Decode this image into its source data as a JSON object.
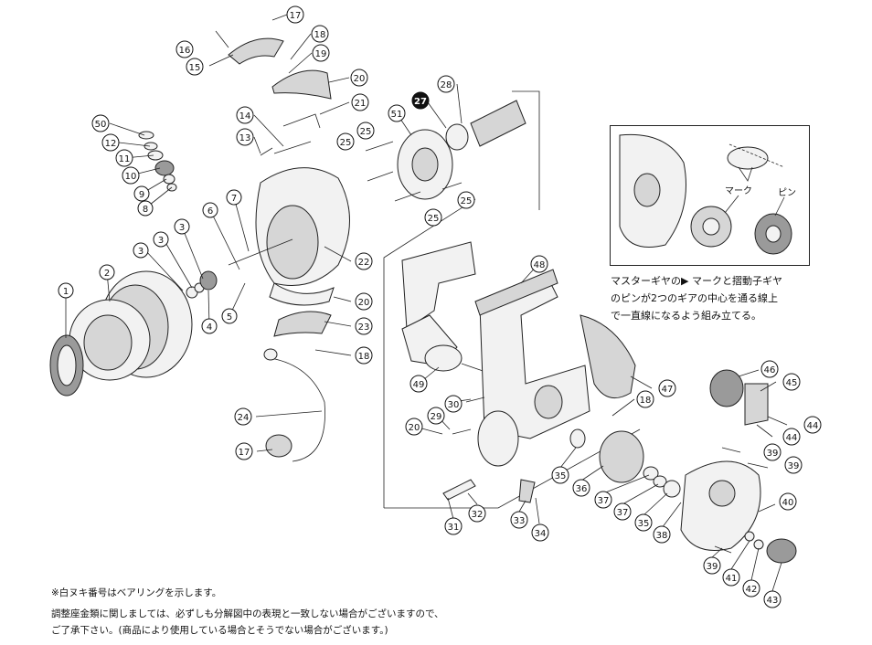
{
  "inset": {
    "label_mark": "マーク",
    "label_pin": "ピン",
    "note_lines": [
      "マスターギヤの▶ マークと摺動子ギヤ",
      "のピンが2つのギアの中心を通る線上",
      "で一直線になるよう組み立てる。"
    ]
  },
  "footnotes": {
    "line1": "※白ヌキ番号はベアリングを示します。",
    "line2": "調整座金類に関しましては、必ずしも分解図中の表現と一致しない場合がございますので、",
    "line3": "ご了承下さい。(商品により使用している場合とそうでない場合がございます。)"
  },
  "callouts": {
    "c1": "1",
    "c2": "2",
    "c3a": "3",
    "c3b": "3",
    "c3c": "3",
    "c4": "4",
    "c5": "5",
    "c6": "6",
    "c7": "7",
    "c8": "8",
    "c9": "9",
    "c10": "10",
    "c11": "11",
    "c12": "12",
    "c13": "13",
    "c14": "14",
    "c15": "15",
    "c16": "16",
    "c17a": "17",
    "c17b": "17",
    "c18a": "18",
    "c18b": "18",
    "c18c": "18",
    "c19": "19",
    "c20a": "20",
    "c20b": "20",
    "c20c": "20",
    "c21": "21",
    "c22": "22",
    "c23": "23",
    "c24": "24",
    "c25a": "25",
    "c25b": "25",
    "c25c": "25",
    "c25d": "25",
    "c27": "27",
    "c28": "28",
    "c29": "29",
    "c30": "30",
    "c31": "31",
    "c32": "32",
    "c33": "33",
    "c34": "34",
    "c35a": "35",
    "c35b": "35",
    "c36": "36",
    "c37a": "37",
    "c37b": "37",
    "c38": "38",
    "c39a": "39",
    "c39b": "39",
    "c39c": "39",
    "c40": "40",
    "c41": "41",
    "c42": "42",
    "c43": "43",
    "c44a": "44",
    "c44b": "44",
    "c45": "45",
    "c46": "46",
    "c47": "47",
    "c48": "48",
    "c49": "49",
    "c50": "50",
    "c51": "51"
  }
}
